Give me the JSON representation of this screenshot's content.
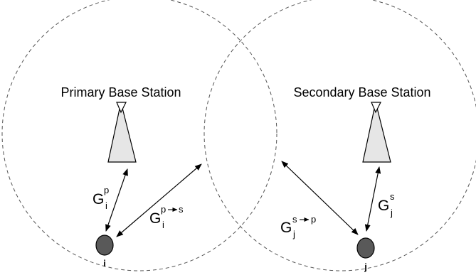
{
  "primary_station": {
    "label": "Primary Base Station"
  },
  "secondary_station": {
    "label": "Secondary Base Station"
  },
  "nodes": {
    "i": "i",
    "j": "j"
  },
  "gains": {
    "gip": {
      "base": "G",
      "sup": "p",
      "sub": "i"
    },
    "gips": {
      "base": "G",
      "sup_from": "p",
      "sup_to": "s",
      "sub": "i"
    },
    "gjsp": {
      "base": "G",
      "sup_from": "s",
      "sup_to": "p",
      "sub": "j"
    },
    "gjs": {
      "base": "G",
      "sup": "s",
      "sub": "j"
    }
  },
  "colors": {
    "stroke": "#000000",
    "antenna_fill": "#e6e6e6",
    "node_fill": "#595959",
    "coverage": "#555555"
  }
}
